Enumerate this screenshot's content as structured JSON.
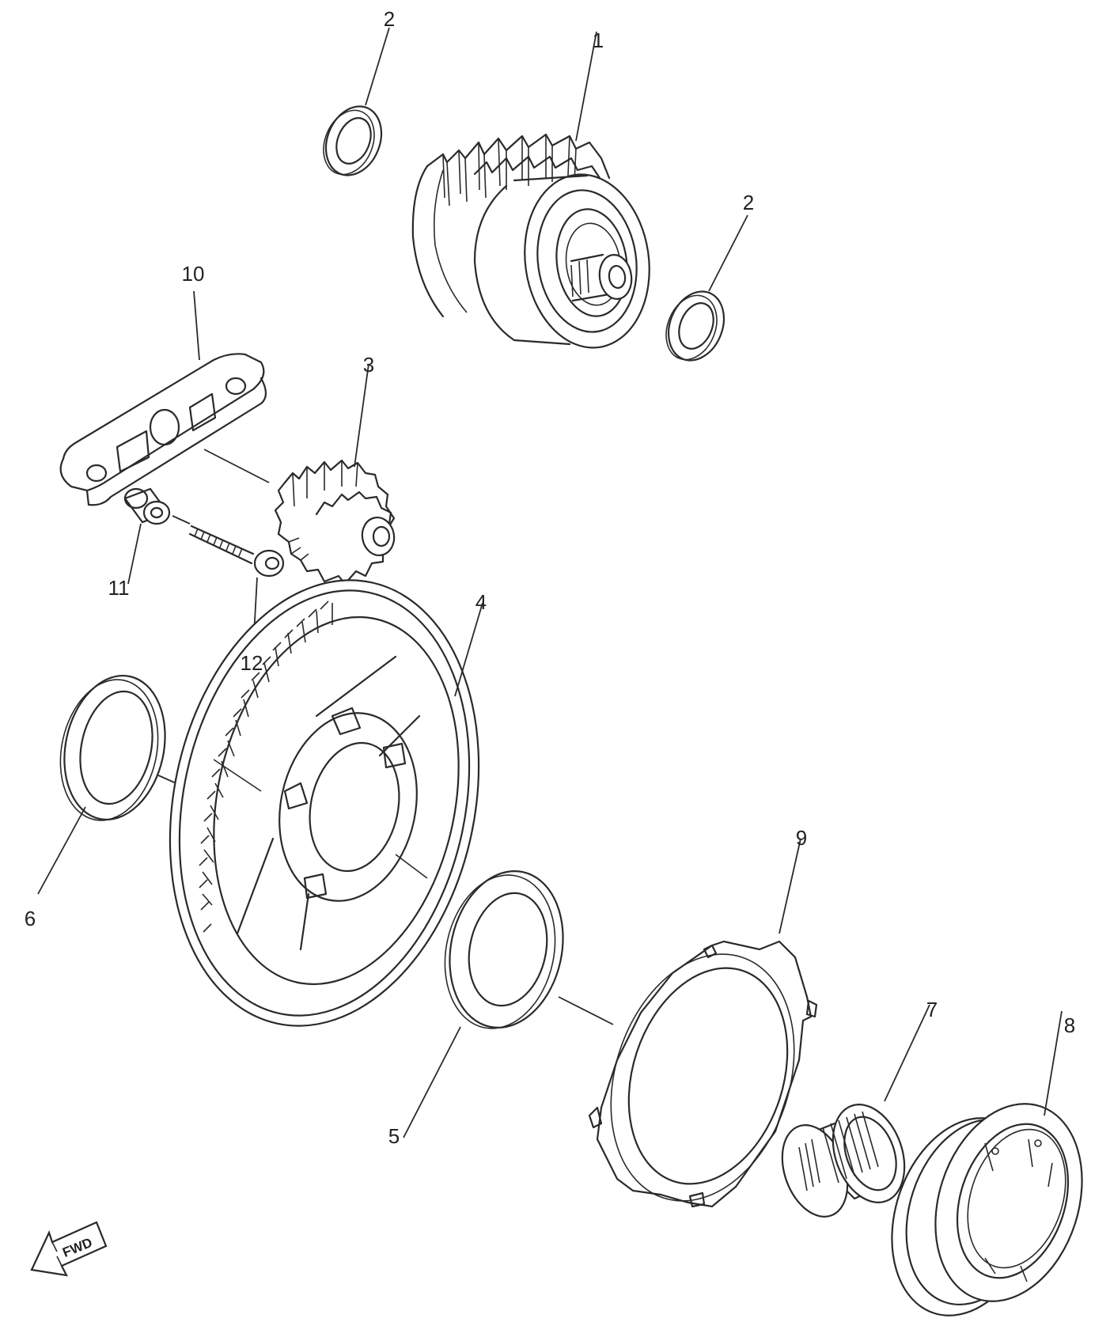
{
  "labels": {
    "p1": "1",
    "p2a": "2",
    "p2b": "2",
    "p3": "3",
    "p4": "4",
    "p5": "5",
    "p6": "6",
    "p7": "7",
    "p8": "8",
    "p9": "9",
    "p10": "10",
    "p11": "11",
    "p12": "12"
  },
  "fwd_label": "FWD",
  "icons": [
    "fwd-arrow-icon"
  ]
}
